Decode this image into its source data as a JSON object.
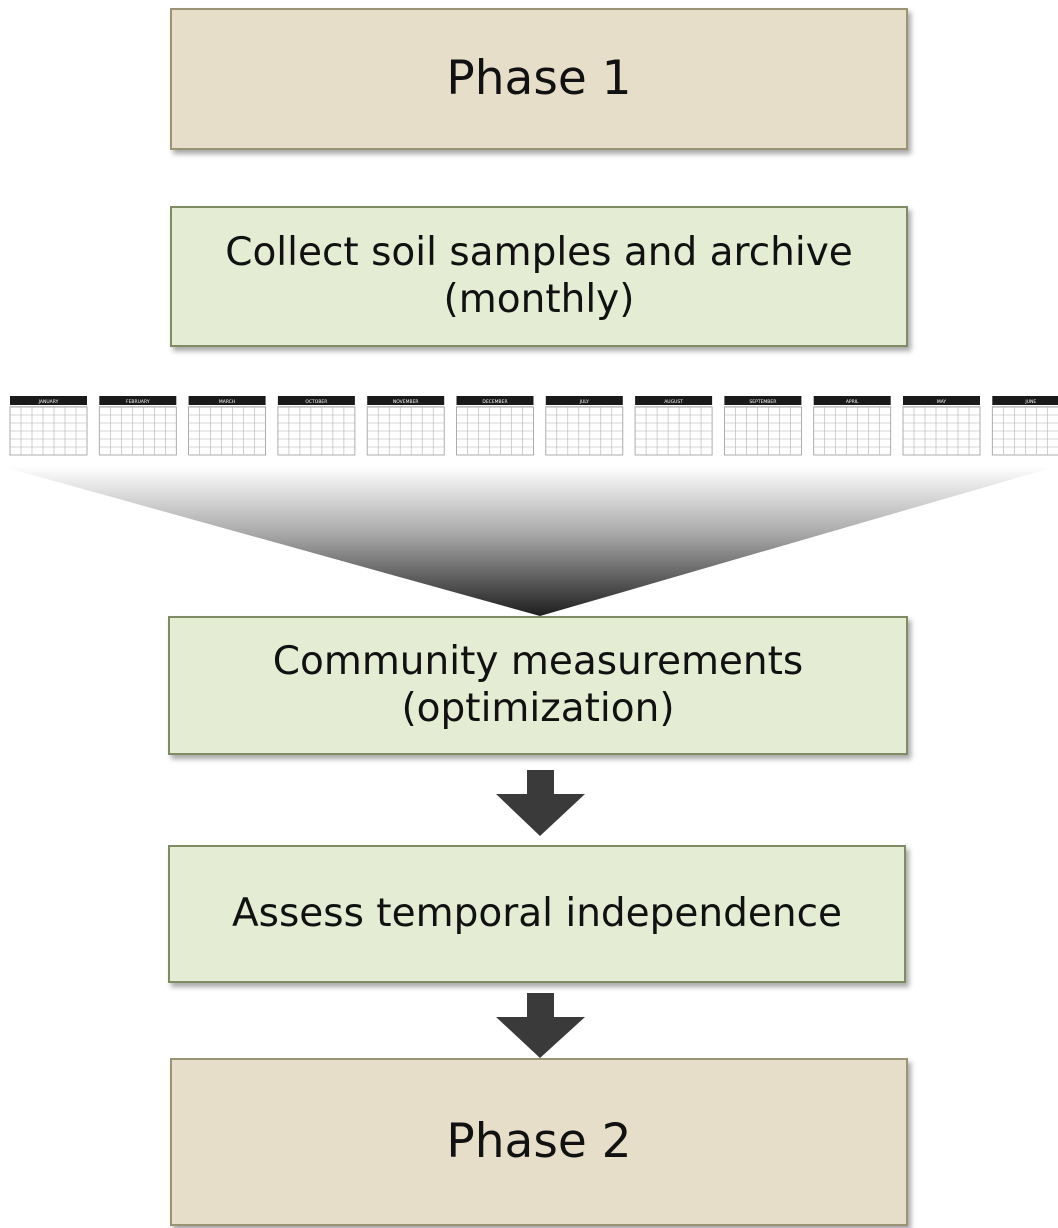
{
  "diagram": {
    "phase1": {
      "label": "Phase 1"
    },
    "collect": {
      "line1": "Collect soil samples and archive",
      "line2": "(monthly)"
    },
    "calendars": {
      "months": [
        "JANUARY",
        "FEBRUARY",
        "MARCH",
        "OCTOBER",
        "NOVEMBER",
        "DECEMBER",
        "JULY",
        "AUGUST",
        "SEPTEMBER",
        "APRIL",
        "MAY",
        "JUNE"
      ]
    },
    "community": {
      "line1": "Community measurements",
      "line2": "(optimization)"
    },
    "assess": {
      "label": "Assess temporal independence"
    },
    "phase2": {
      "label": "Phase 2"
    }
  },
  "colors": {
    "phase_fill": "#e6dec9",
    "step_fill": "#e4ecd4",
    "arrow": "#3a3a3a",
    "calendar_header": "#1a1a1a"
  }
}
